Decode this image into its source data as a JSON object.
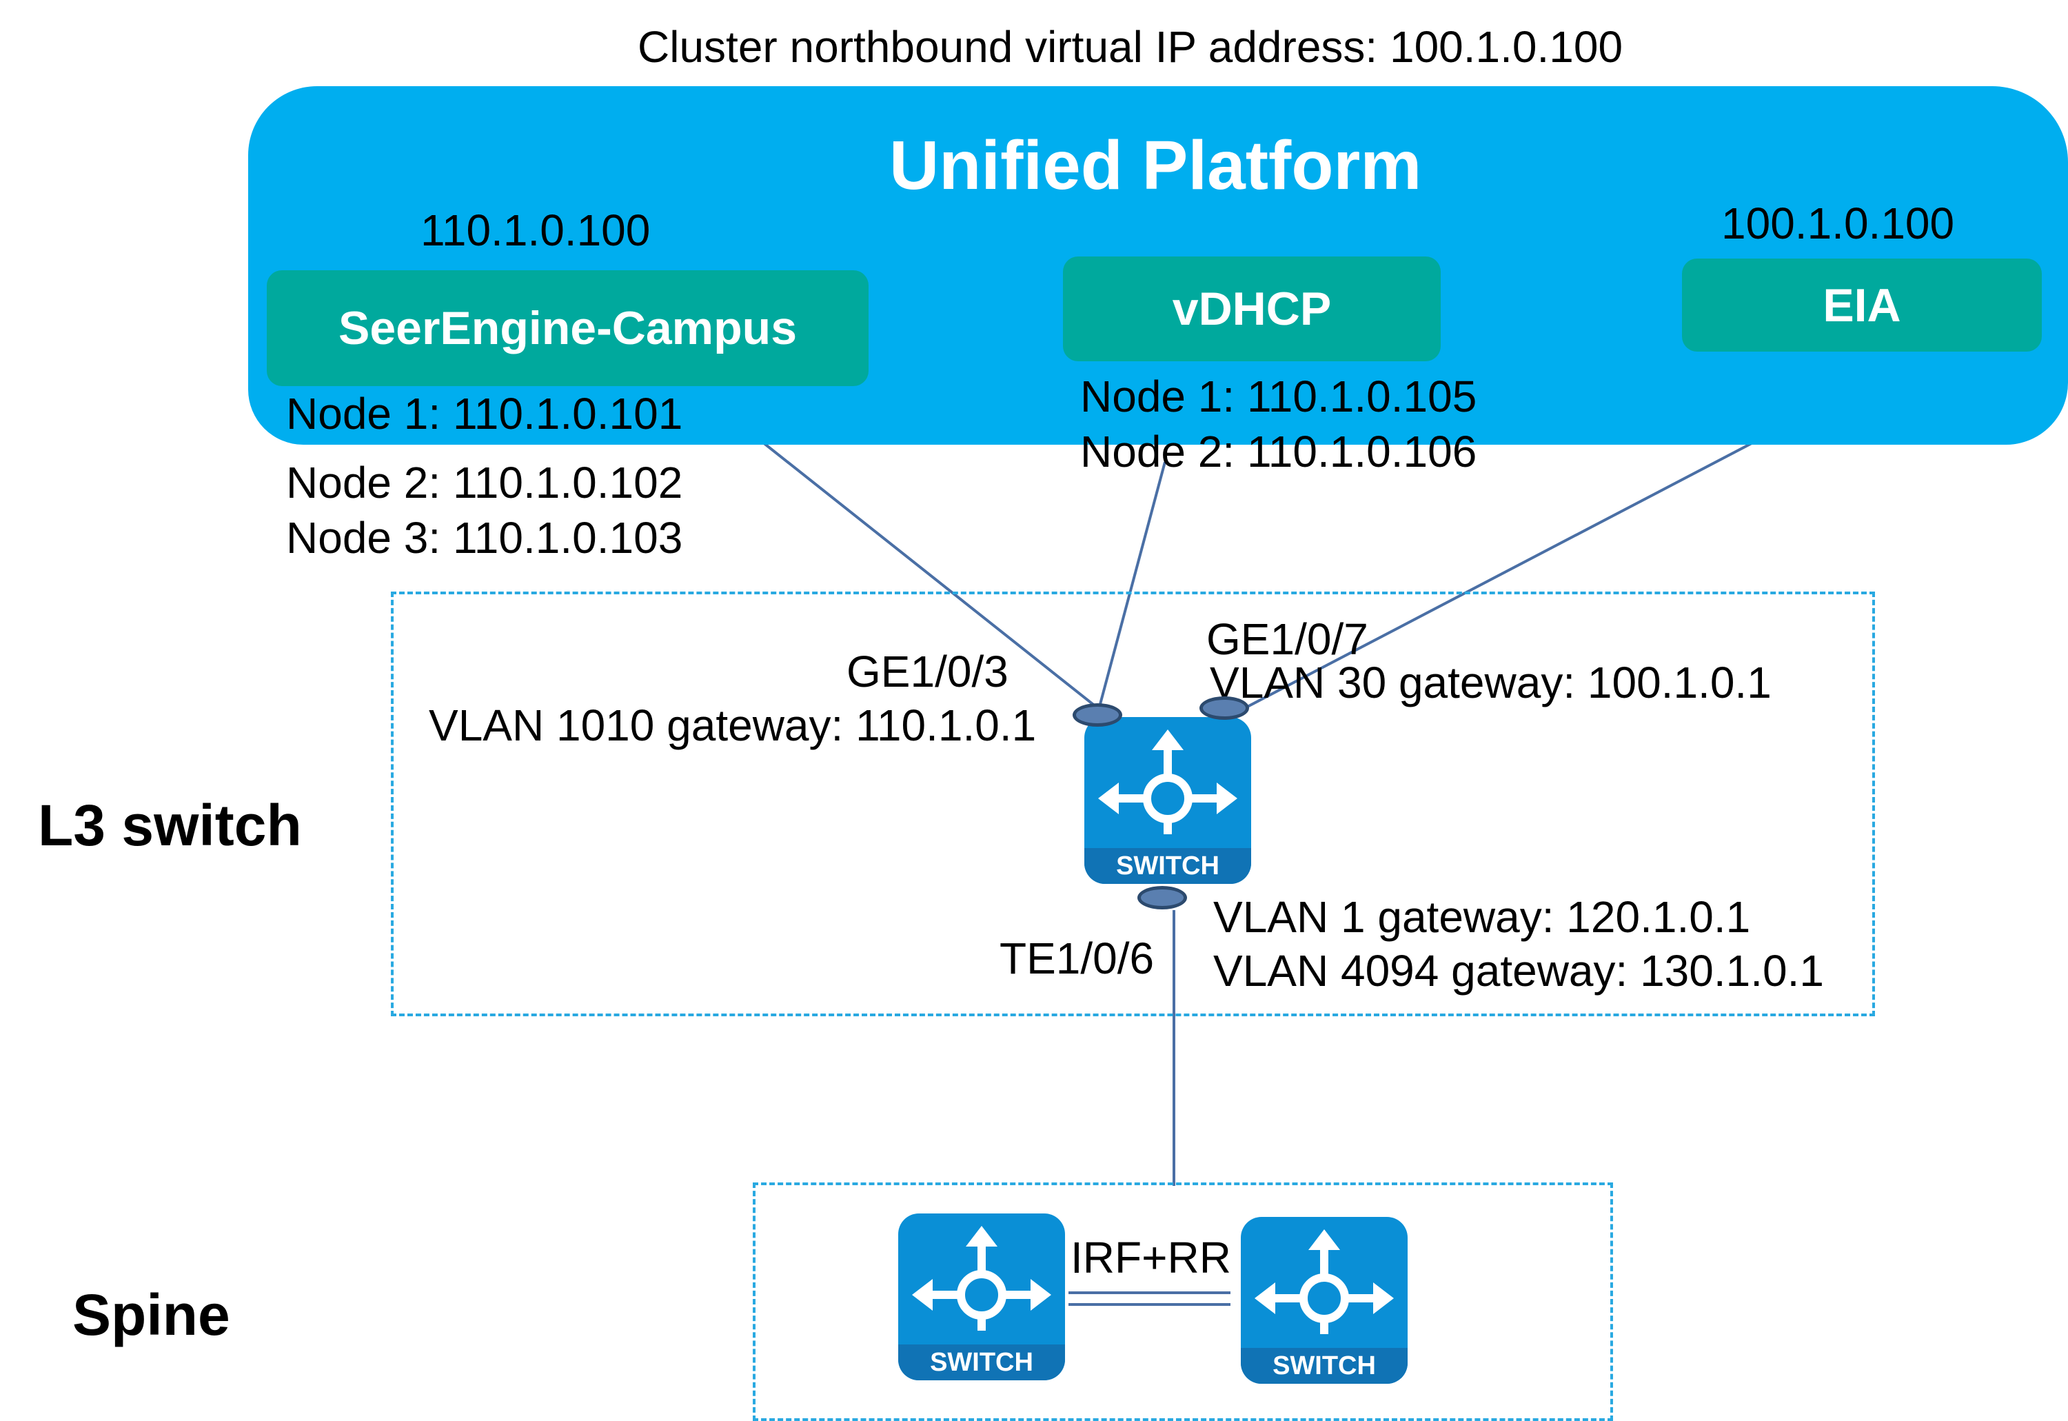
{
  "colors": {
    "platform_bg": "#00aeef",
    "module_bg": "#00a99d",
    "switch_bg": "#0a8fd6",
    "switch_band": "#1073b5",
    "dashed_border": "#29a9e1",
    "link_line": "#4a6fa5"
  },
  "cluster_vip": "Cluster northbound virtual IP address: 100.1.0.100",
  "platform": {
    "title": "Unified Platform",
    "modules": [
      {
        "name": "SeerEngine-Campus",
        "vip": "110.1.0.100",
        "nodes": [
          "Node 1: 110.1.0.101",
          "Node 2: 110.1.0.102",
          "Node 3: 110.1.0.103"
        ]
      },
      {
        "name": "vDHCP",
        "nodes": [
          "Node 1: 110.1.0.105",
          "Node 2: 110.1.0.106"
        ]
      },
      {
        "name": "EIA",
        "vip": "100.1.0.100"
      }
    ]
  },
  "l3_switch": {
    "label": "L3 switch",
    "switch_text": "SWITCH",
    "ports": {
      "ge103": "GE1/0/3",
      "ge107": "GE1/0/7",
      "te106": "TE1/0/6"
    },
    "gateways": {
      "vlan1010": "VLAN 1010 gateway: 110.1.0.1",
      "vlan30": "VLAN 30 gateway: 100.1.0.1",
      "vlan1": "VLAN 1 gateway: 120.1.0.1",
      "vlan4094": "VLAN 4094 gateway: 130.1.0.1"
    }
  },
  "spine": {
    "label": "Spine",
    "switch_text": "SWITCH",
    "link_label": "IRF+RR"
  }
}
